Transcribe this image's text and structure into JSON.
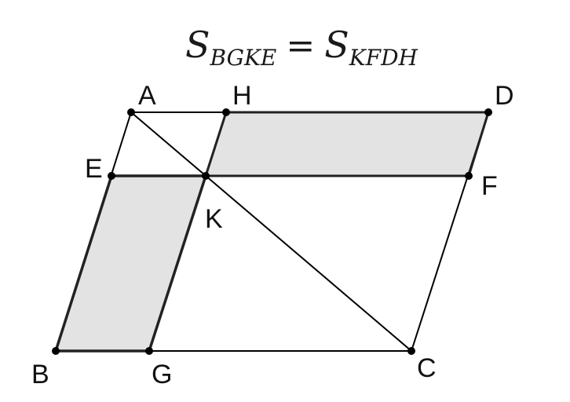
{
  "title": {
    "s1": "S",
    "sub1": "BGKE",
    "eq": "=",
    "s2": "S",
    "sub2": "KFDH"
  },
  "points": {
    "A": "A",
    "H": "H",
    "D": "D",
    "E": "E",
    "K": "K",
    "F": "F",
    "B": "B",
    "G": "G",
    "C": "C"
  },
  "colors": {
    "shade": "#e3e3e3",
    "line": "#000000",
    "point": "#000000"
  }
}
